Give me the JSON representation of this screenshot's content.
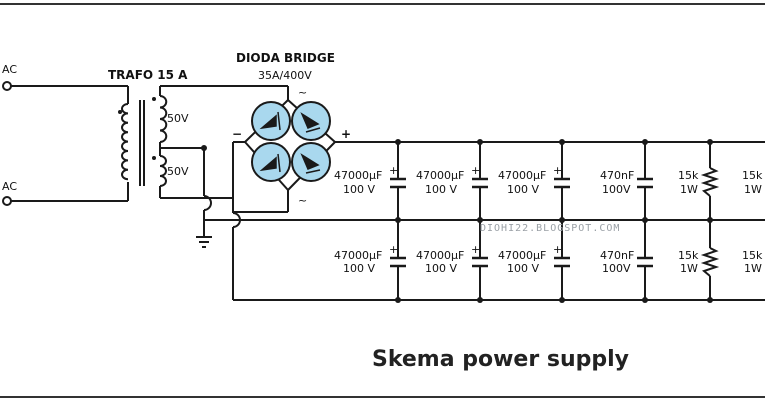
{
  "ac_top_label": "AC",
  "ac_bottom_label": "AC",
  "transformer": {
    "title": "TRAFO 15 A",
    "upper_winding": "50V",
    "lower_winding": "50V"
  },
  "bridge": {
    "title": "DIODA BRIDGE",
    "rating": "35A/400V",
    "minus": "−",
    "plus": "+",
    "ac_top": "~",
    "ac_bottom": "~"
  },
  "caps_top": [
    {
      "cap": "47000µF",
      "volt": "100 V",
      "sign": "+"
    },
    {
      "cap": "47000µF",
      "volt": "100 V",
      "sign": "+"
    },
    {
      "cap": "47000µF",
      "volt": "100 V",
      "sign": "+"
    }
  ],
  "caps_bottom": [
    {
      "cap": "47000µF",
      "volt": "100 V",
      "sign": "+"
    },
    {
      "cap": "47000µF",
      "volt": "100 V",
      "sign": "+"
    },
    {
      "cap": "47000µF",
      "volt": "100 V",
      "sign": "+"
    }
  ],
  "film_cap_top": {
    "cap": "470nF",
    "volt": "100V"
  },
  "film_cap_bottom": {
    "cap": "470nF",
    "volt": "100V"
  },
  "resistor_top_1": {
    "ohm": "15k",
    "watt": "1W"
  },
  "resistor_top_2": {
    "ohm": "15k",
    "watt": "1W"
  },
  "resistor_bottom_1": {
    "ohm": "15k",
    "watt": "1W"
  },
  "resistor_bottom_2": {
    "ohm": "15k",
    "watt": "1W"
  },
  "watermark": "DIOHI22.BLOGSPOT.COM",
  "caption": "Skema power supply",
  "colors": {
    "diode_fill": "#a9d8ee",
    "line": "#1a1a1a"
  }
}
